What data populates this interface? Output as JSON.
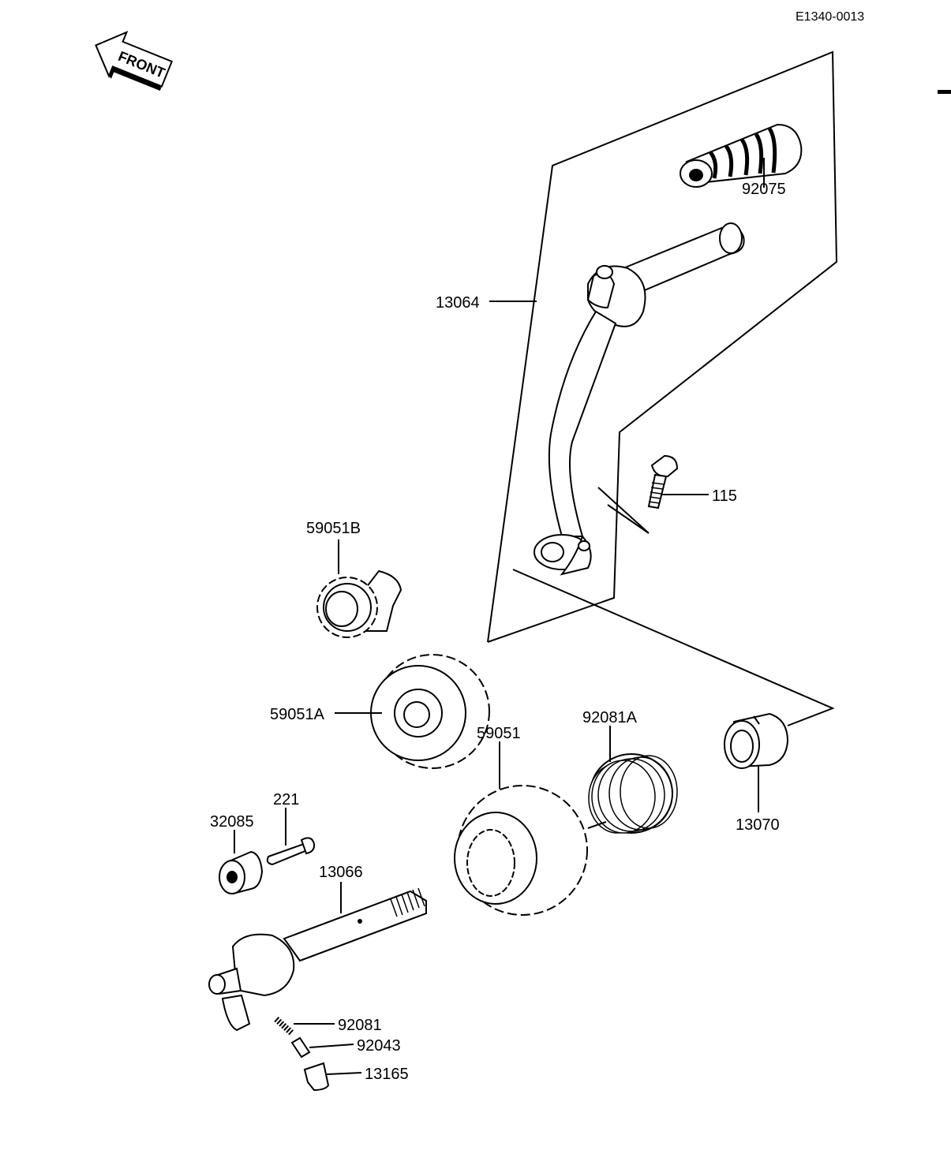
{
  "diagram": {
    "code": "E1340-0013",
    "front_label": "FRONT",
    "part_labels": {
      "p92075": "92075",
      "p13064": "13064",
      "p115": "115",
      "p59051B": "59051B",
      "p59051A": "59051A",
      "p59051": "59051",
      "p92081A": "92081A",
      "p13070": "13070",
      "p221": "221",
      "p32085": "32085",
      "p13066": "13066",
      "p92081": "92081",
      "p92043": "92043",
      "p13165": "13165"
    }
  }
}
